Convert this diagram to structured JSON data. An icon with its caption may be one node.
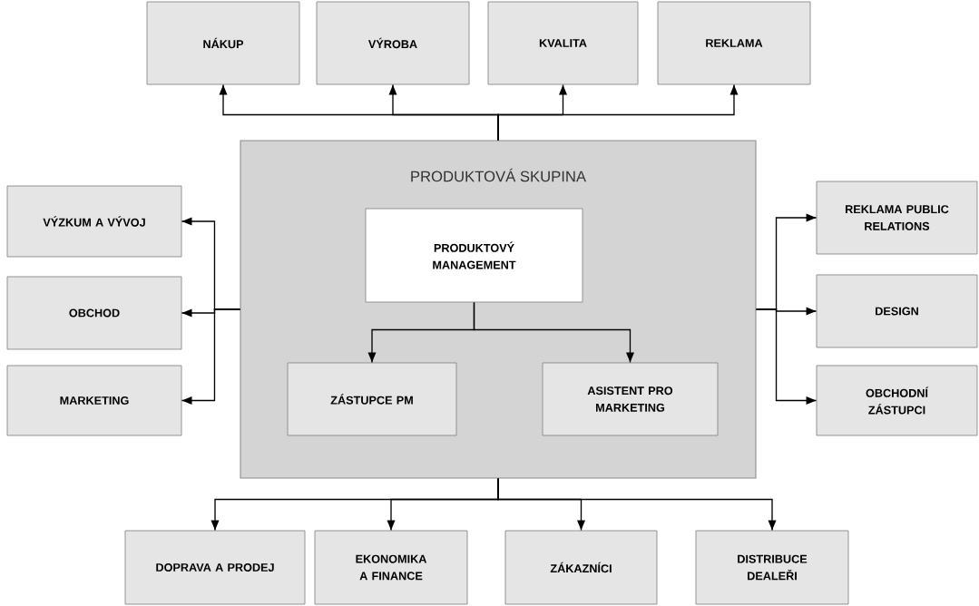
{
  "diagram": {
    "nodes": [
      {
        "text": [
          "PRODUKTOVÁ SKUPINA"
        ]
      },
      {
        "text": [
          "PRODUKTOVÝ MANAGEMENT"
        ],
        "in": 0
      },
      {
        "text": [
          "ZÁSTUPCE PM"
        ],
        "in": 0
      },
      {
        "text": [
          "ASISTENT PRO MARKETING"
        ],
        "in": 0
      },
      {
        "text": [
          "NÁKUP"
        ]
      },
      {
        "text": [
          "VÝROBA"
        ]
      },
      {
        "text": [
          "KVALITA"
        ]
      },
      {
        "text": [
          "REKLAMA"
        ]
      },
      {
        "text": [
          "VÝZKUM A VÝVOJ"
        ]
      },
      {
        "text": [
          "OBCHOD"
        ]
      },
      {
        "text": [
          "MARKETING"
        ]
      },
      {
        "text": [
          "REKLAMA PUBLIC RELATIONS"
        ]
      },
      {
        "text": [
          "DESIGN"
        ]
      },
      {
        "text": [
          "OBCHODNÍ ZÁSTUPCI"
        ]
      },
      {
        "text": [
          "DOPRAVA A PRODEJ"
        ]
      },
      {
        "text": [
          "EKONOMIKA A FINANCE"
        ]
      },
      {
        "text": [
          "ZÁKAZNÍCI"
        ]
      },
      {
        "text": [
          "DISTRIBUCE DEALEŘI"
        ]
      }
    ],
    "edges": [
      {
        "from": 1,
        "to": 2,
        "arrow": "to"
      },
      {
        "from": 1,
        "to": 3,
        "arrow": "to"
      },
      {
        "from": 0,
        "to": 4,
        "arrow": "to"
      },
      {
        "from": 0,
        "to": 5,
        "arrow": "to"
      },
      {
        "from": 0,
        "to": 6,
        "arrow": "to"
      },
      {
        "from": 0,
        "to": 7,
        "arrow": "to"
      },
      {
        "from": 0,
        "to": 8,
        "arrow": "to"
      },
      {
        "from": 0,
        "to": 9,
        "arrow": "to"
      },
      {
        "from": 0,
        "to": 10,
        "arrow": "to"
      },
      {
        "from": 0,
        "to": 11,
        "arrow": "to"
      },
      {
        "from": 0,
        "to": 12,
        "arrow": "to"
      },
      {
        "from": 0,
        "to": 13,
        "arrow": "to"
      },
      {
        "from": 0,
        "to": 14,
        "arrow": "to"
      },
      {
        "from": 0,
        "to": 15,
        "arrow": "to"
      },
      {
        "from": 0,
        "to": 16,
        "arrow": "to"
      },
      {
        "from": 0,
        "to": 17,
        "arrow": "to"
      }
    ]
  }
}
